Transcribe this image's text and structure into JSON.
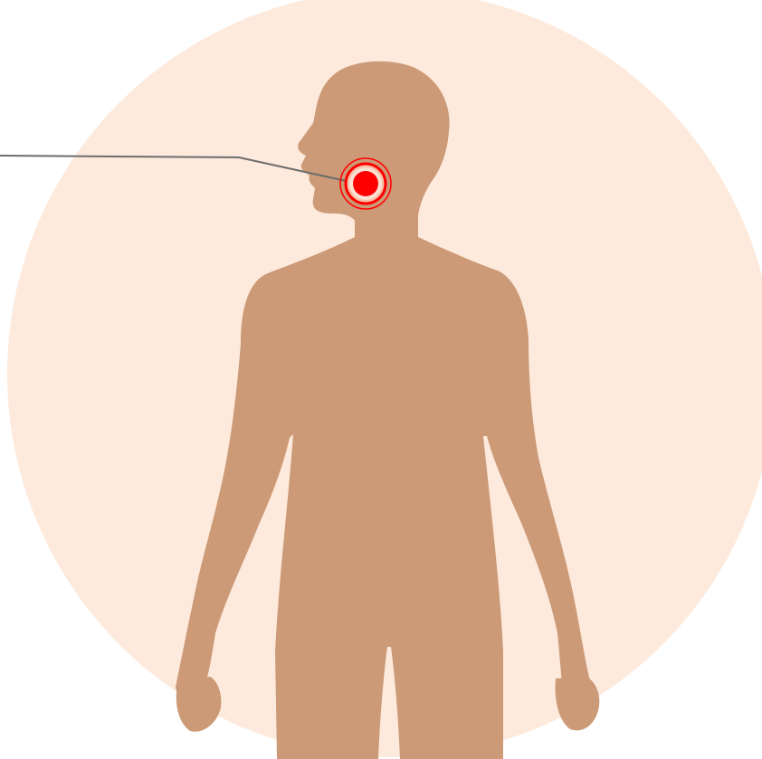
{
  "figure": {
    "subject": "human-body-silhouette",
    "marker_location": "jaw-neck",
    "icons": {
      "background": "circle-backdrop",
      "body": "human-silhouette",
      "marker": "pain-target-icon",
      "leader": "callout-leader-line"
    }
  },
  "colors": {
    "background_circle": "#fdeadc",
    "page_background": "#ffffff",
    "skin": "#cc9a77",
    "marker_red": "#ff0000",
    "marker_ring_gap": "#f6c0a6",
    "leader_line": "#6d6d6d"
  }
}
